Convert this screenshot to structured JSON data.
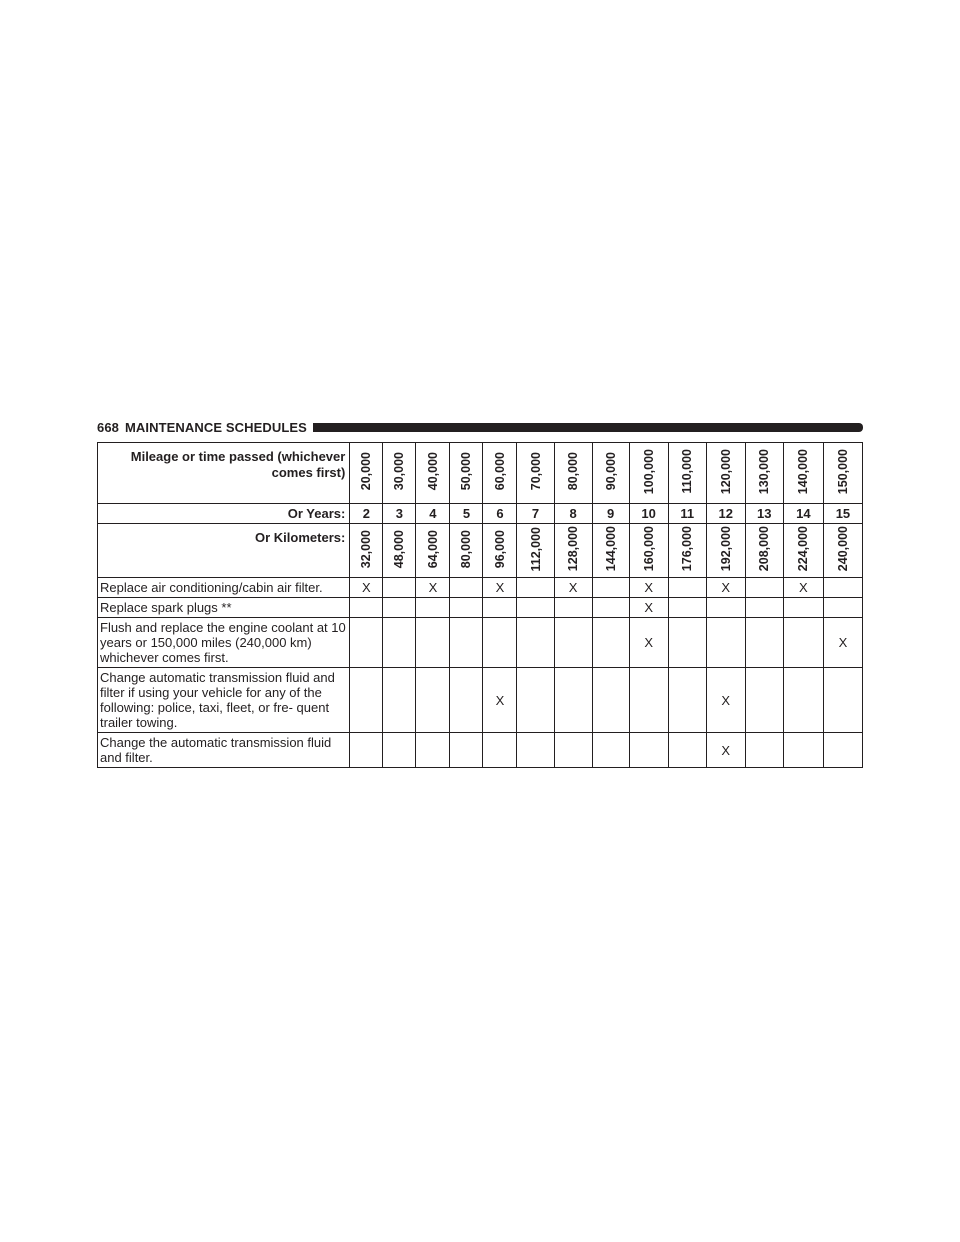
{
  "header": {
    "page_number": "668",
    "section_title": "MAINTENANCE SCHEDULES"
  },
  "table": {
    "mileage_label_line1": "Mileage or time passed (whichever",
    "mileage_label_line2": "comes first)",
    "years_label": "Or Years:",
    "kilometers_label": "Or Kilometers:",
    "miles": [
      "20,000",
      "30,000",
      "40,000",
      "50,000",
      "60,000",
      "70,000",
      "80,000",
      "90,000",
      "100,000",
      "110,000",
      "120,000",
      "130,000",
      "140,000",
      "150,000"
    ],
    "years": [
      "2",
      "3",
      "4",
      "5",
      "6",
      "7",
      "8",
      "9",
      "10",
      "11",
      "12",
      "13",
      "14",
      "15"
    ],
    "kilometers": [
      "32,000",
      "48,000",
      "64,000",
      "80,000",
      "96,000",
      "112,000",
      "128,000",
      "144,000",
      "160,000",
      "176,000",
      "192,000",
      "208,000",
      "224,000",
      "240,000"
    ],
    "tasks": [
      {
        "label": "Replace air conditioning/cabin air filter.",
        "marks": [
          "X",
          "",
          "X",
          "",
          "X",
          "",
          "X",
          "",
          "X",
          "",
          "X",
          "",
          "X",
          ""
        ]
      },
      {
        "label": "Replace spark plugs **",
        "marks": [
          "",
          "",
          "",
          "",
          "",
          "",
          "",
          "",
          "X",
          "",
          "",
          "",
          "",
          ""
        ]
      },
      {
        "label": "Flush and replace the engine coolant at 10 years or 150,000 miles (240,000 km) whichever comes first.",
        "marks": [
          "",
          "",
          "",
          "",
          "",
          "",
          "",
          "",
          "X",
          "",
          "",
          "",
          "",
          "X"
        ]
      },
      {
        "label": "Change automatic transmission fluid and filter if using your vehicle for any of the following: police, taxi, fleet, or fre- quent trailer towing.",
        "marks": [
          "",
          "",
          "",
          "",
          "X",
          "",
          "",
          "",
          "",
          "",
          "X",
          "",
          "",
          ""
        ]
      },
      {
        "label": "Change the automatic transmission fluid and filter.",
        "marks": [
          "",
          "",
          "",
          "",
          "",
          "",
          "",
          "",
          "",
          "",
          "X",
          "",
          "",
          ""
        ]
      }
    ]
  }
}
